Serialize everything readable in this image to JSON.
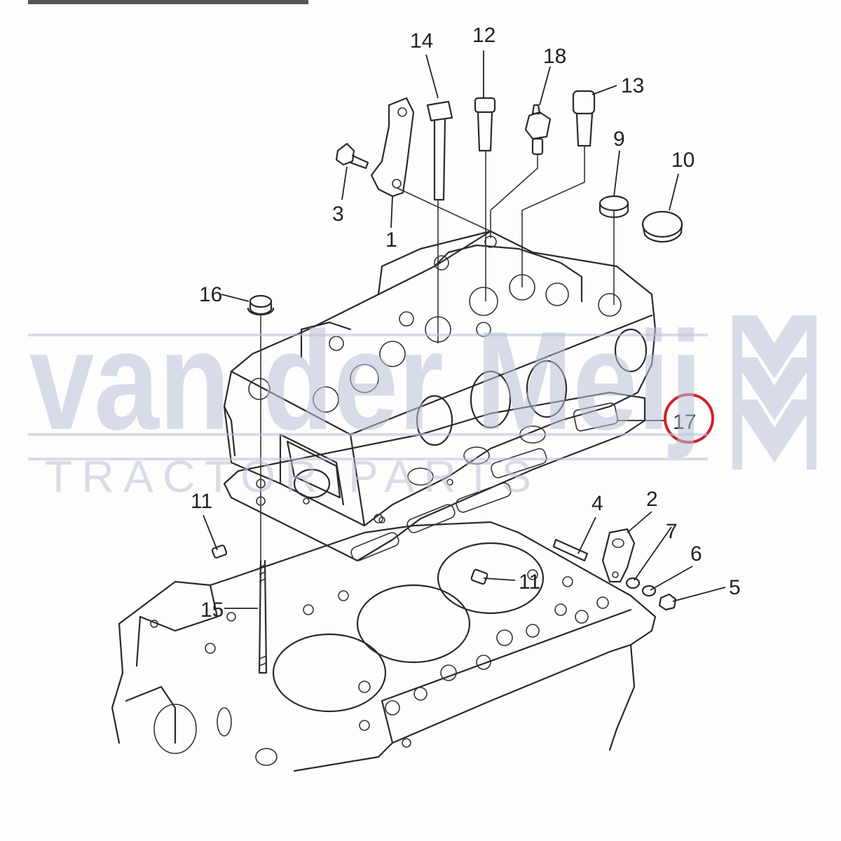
{
  "watermark": {
    "brand": "van der Meij",
    "tagline": "TRACTOR PARTS",
    "color": "#b9c2d8"
  },
  "highlight": {
    "part": "17",
    "ring_color": "#d0202a"
  },
  "callouts": [
    {
      "id": "14",
      "label": "14"
    },
    {
      "id": "12",
      "label": "12"
    },
    {
      "id": "18",
      "label": "18"
    },
    {
      "id": "13",
      "label": "13"
    },
    {
      "id": "9",
      "label": "9"
    },
    {
      "id": "10",
      "label": "10"
    },
    {
      "id": "3",
      "label": "3"
    },
    {
      "id": "1",
      "label": "1"
    },
    {
      "id": "16",
      "label": "16"
    },
    {
      "id": "17",
      "label": "17"
    },
    {
      "id": "11a",
      "label": "11"
    },
    {
      "id": "4",
      "label": "4"
    },
    {
      "id": "2",
      "label": "2"
    },
    {
      "id": "7",
      "label": "7"
    },
    {
      "id": "6",
      "label": "6"
    },
    {
      "id": "5",
      "label": "5"
    },
    {
      "id": "11b",
      "label": "11"
    },
    {
      "id": "15",
      "label": "15"
    }
  ]
}
